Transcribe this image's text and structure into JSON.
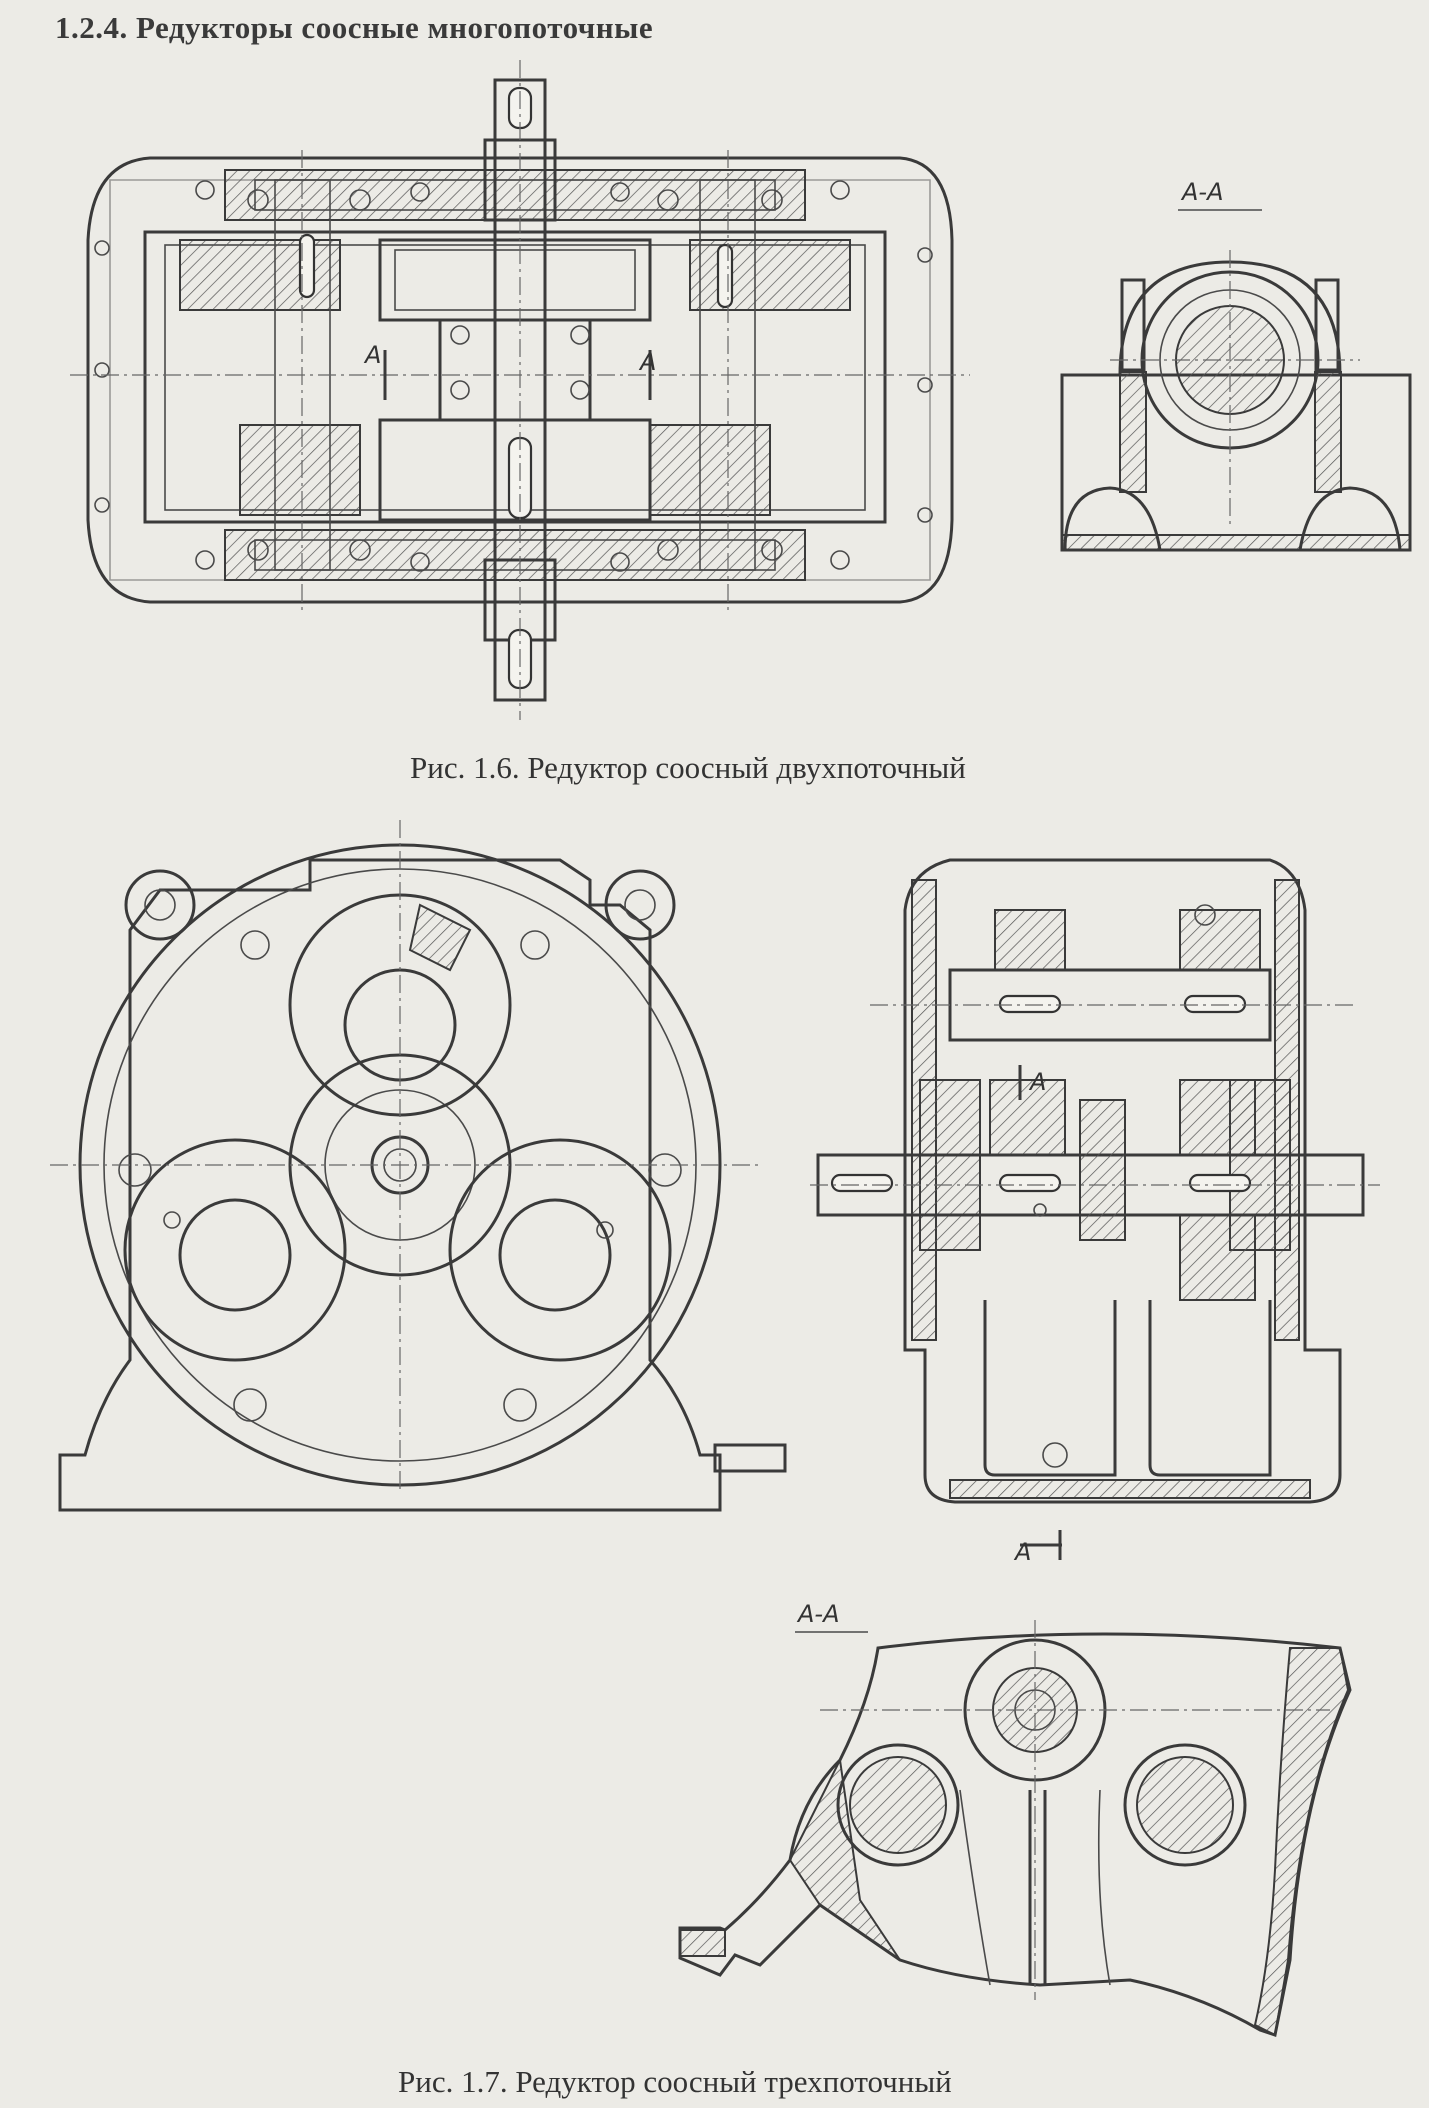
{
  "page": {
    "heading": "1.2.4. Редукторы соосные многопоточные"
  },
  "figure_1_6": {
    "caption": "Рис. 1.6. Редуктор соосный двухпоточный",
    "section_title": "А-А",
    "section_mark_left": "А",
    "section_mark_right": "А"
  },
  "figure_1_7": {
    "caption": "Рис. 1.7. Редуктор соосный трехпоточный",
    "section_title": "А-А",
    "section_mark_side": "А",
    "section_mark_bottom": "А"
  }
}
